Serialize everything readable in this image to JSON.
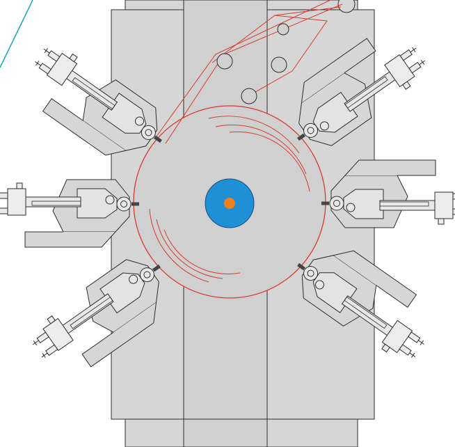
{
  "diagram": {
    "colors": {
      "frame_fill": "#d6d6d6",
      "frame_stroke": "#2b2b2b",
      "web_path": "#d63a2e",
      "hub_outer": "#1f8fd6",
      "hub_inner": "#f07f1f",
      "corner_accent": "#1aa3c7",
      "spring": "#444444",
      "arm_fill": "#e3e3e3"
    },
    "components": {
      "frame": "machine-frame",
      "center_column": "center-column",
      "drum": "central-impression-drum",
      "hub": "drum-hub",
      "web_rollers": "web-guide-rollers",
      "print_stations": "print-deck-arms"
    }
  }
}
